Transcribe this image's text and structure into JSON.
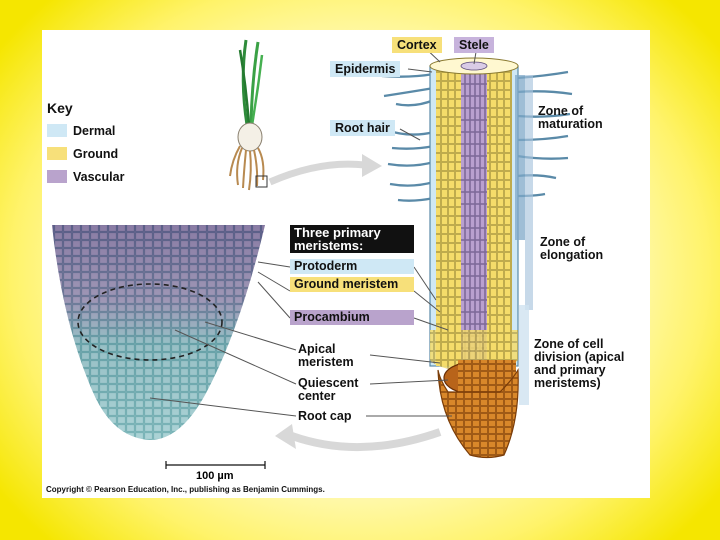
{
  "key": {
    "title": "Key",
    "items": [
      {
        "label": "Dermal",
        "color": "#cfe8f5"
      },
      {
        "label": "Ground",
        "color": "#f7e07a"
      },
      {
        "label": "Vascular",
        "color": "#b9a3cc"
      }
    ]
  },
  "labels": {
    "cortex": "Cortex",
    "stele": "Stele",
    "epidermis": "Epidermis",
    "root_hair": "Root hair",
    "zone_maturation": "Zone of\nmaturation",
    "zone_elongation": "Zone of\nelongation",
    "zone_division": "Zone of cell\ndivision (apical\nand primary\nmeristems)",
    "apical_meristem": "Apical\nmeristem",
    "quiescent_center": "Quiescent\ncenter",
    "root_cap": "Root cap"
  },
  "meristems": {
    "heading": "Three primary\nmeristems:",
    "items": [
      {
        "label": "Protoderm",
        "color": "#cfe8f5"
      },
      {
        "label": "Ground\nmeristem",
        "color": "#f7e07a"
      },
      {
        "label": "Procambium",
        "color": "#b9a3cc"
      }
    ]
  },
  "scale_bar": "100 µm",
  "copyright": "Copyright © Pearson Education, Inc., publishing as Benjamin Cummings."
}
